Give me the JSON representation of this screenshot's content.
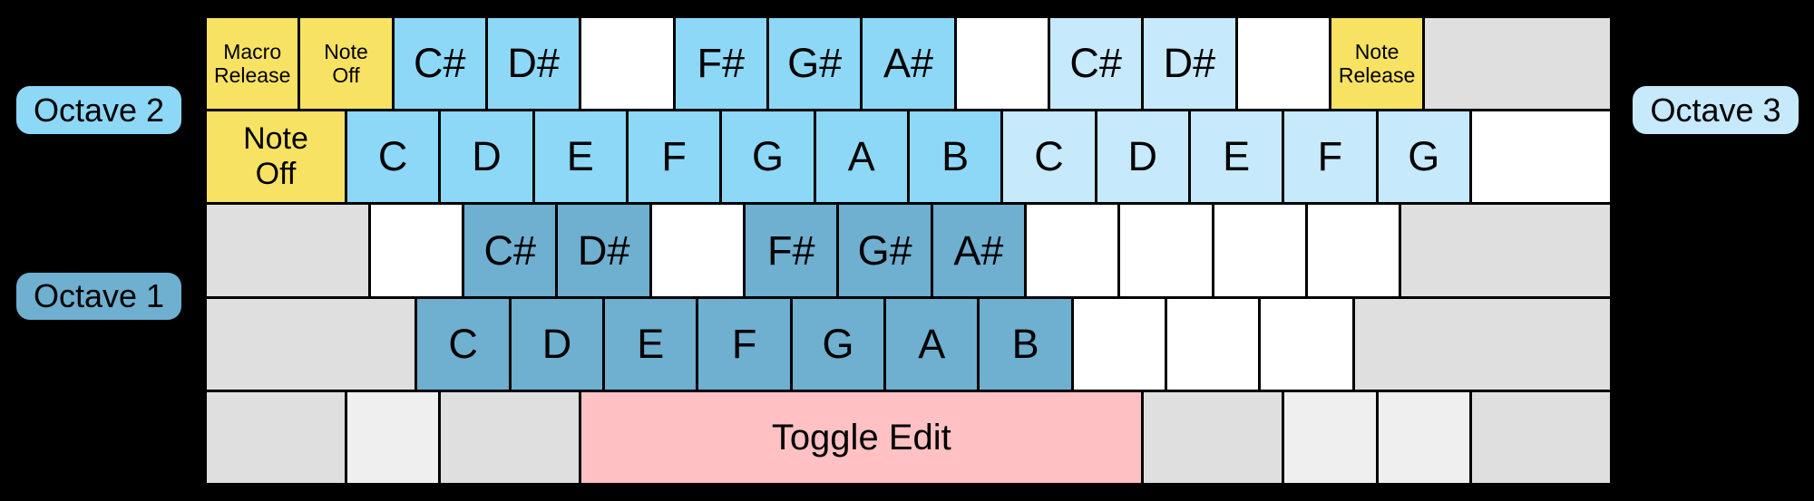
{
  "colors": {
    "background": "#000000",
    "keyOutline": "#000000",
    "textColor": "#000000",
    "yellow": "#F7E263",
    "blue2": "#8DD8F7",
    "blue3": "#C6E9FC",
    "blue1": "#6FAFD0",
    "pink": "#FFC1C4",
    "gray": "#DFDFDF",
    "grayLight": "#EFEFEF",
    "white": "#FFFFFF"
  },
  "octave_labels": {
    "octave2": {
      "label": "Octave 2",
      "color": "blue2"
    },
    "octave1": {
      "label": "Octave 1",
      "color": "blue1"
    },
    "octave3": {
      "label": "Octave 3",
      "color": "blue3"
    }
  },
  "keyboard": {
    "rows": [
      {
        "keys": [
          {
            "name": "key-grave-macro-release",
            "label": "Macro\nRelease",
            "color": "yellow",
            "units": 1,
            "text": "small"
          },
          {
            "name": "key-1-note-off",
            "label": "Note\nOff",
            "color": "yellow",
            "units": 1,
            "text": "small"
          },
          {
            "name": "key-2-csharp-oct2",
            "label": "C#",
            "color": "blue2",
            "units": 1,
            "text": "note"
          },
          {
            "name": "key-3-dsharp-oct2",
            "label": "D#",
            "color": "blue2",
            "units": 1,
            "text": "note"
          },
          {
            "name": "key-4-blank",
            "label": "",
            "color": "white",
            "units": 1
          },
          {
            "name": "key-5-fsharp-oct2",
            "label": "F#",
            "color": "blue2",
            "units": 1,
            "text": "note"
          },
          {
            "name": "key-6-gsharp-oct2",
            "label": "G#",
            "color": "blue2",
            "units": 1,
            "text": "note"
          },
          {
            "name": "key-7-asharp-oct2",
            "label": "A#",
            "color": "blue2",
            "units": 1,
            "text": "note"
          },
          {
            "name": "key-8-blank",
            "label": "",
            "color": "white",
            "units": 1
          },
          {
            "name": "key-9-csharp-oct3",
            "label": "C#",
            "color": "blue3",
            "units": 1,
            "text": "note"
          },
          {
            "name": "key-0-dsharp-oct3",
            "label": "D#",
            "color": "blue3",
            "units": 1,
            "text": "note"
          },
          {
            "name": "key-minus-blank",
            "label": "",
            "color": "white",
            "units": 1
          },
          {
            "name": "key-equals-note-release",
            "label": "Note\nRelease",
            "color": "yellow",
            "units": 1,
            "text": "small"
          },
          {
            "name": "key-backspace",
            "label": "",
            "color": "gray",
            "units": 2
          }
        ]
      },
      {
        "keys": [
          {
            "name": "key-tab-note-off",
            "label": "Note\nOff",
            "color": "yellow",
            "units": 1.5,
            "text": "tab"
          },
          {
            "name": "key-q-c-oct2",
            "label": "C",
            "color": "blue2",
            "units": 1,
            "text": "note"
          },
          {
            "name": "key-w-d-oct2",
            "label": "D",
            "color": "blue2",
            "units": 1,
            "text": "note"
          },
          {
            "name": "key-e-e-oct2",
            "label": "E",
            "color": "blue2",
            "units": 1,
            "text": "note"
          },
          {
            "name": "key-r-f-oct2",
            "label": "F",
            "color": "blue2",
            "units": 1,
            "text": "note"
          },
          {
            "name": "key-t-g-oct2",
            "label": "G",
            "color": "blue2",
            "units": 1,
            "text": "note"
          },
          {
            "name": "key-y-a-oct2",
            "label": "A",
            "color": "blue2",
            "units": 1,
            "text": "note"
          },
          {
            "name": "key-u-b-oct2",
            "label": "B",
            "color": "blue2",
            "units": 1,
            "text": "note"
          },
          {
            "name": "key-i-c-oct3",
            "label": "C",
            "color": "blue3",
            "units": 1,
            "text": "note"
          },
          {
            "name": "key-o-d-oct3",
            "label": "D",
            "color": "blue3",
            "units": 1,
            "text": "note"
          },
          {
            "name": "key-p-e-oct3",
            "label": "E",
            "color": "blue3",
            "units": 1,
            "text": "note"
          },
          {
            "name": "key-lbracket-f-oct3",
            "label": "F",
            "color": "blue3",
            "units": 1,
            "text": "note"
          },
          {
            "name": "key-rbracket-g-oct3",
            "label": "G",
            "color": "blue3",
            "units": 1,
            "text": "note"
          },
          {
            "name": "key-backslash-blank",
            "label": "",
            "color": "white",
            "units": 1.5
          }
        ]
      },
      {
        "keys": [
          {
            "name": "key-capslock",
            "label": "",
            "color": "gray",
            "units": 1.75
          },
          {
            "name": "key-a-blank",
            "label": "",
            "color": "white",
            "units": 1
          },
          {
            "name": "key-s-csharp-oct1",
            "label": "C#",
            "color": "blue1",
            "units": 1,
            "text": "note"
          },
          {
            "name": "key-d-dsharp-oct1",
            "label": "D#",
            "color": "blue1",
            "units": 1,
            "text": "note"
          },
          {
            "name": "key-f-blank",
            "label": "",
            "color": "white",
            "units": 1
          },
          {
            "name": "key-g-fsharp-oct1",
            "label": "F#",
            "color": "blue1",
            "units": 1,
            "text": "note"
          },
          {
            "name": "key-h-gsharp-oct1",
            "label": "G#",
            "color": "blue1",
            "units": 1,
            "text": "note"
          },
          {
            "name": "key-j-asharp-oct1",
            "label": "A#",
            "color": "blue1",
            "units": 1,
            "text": "note"
          },
          {
            "name": "key-k-blank",
            "label": "",
            "color": "white",
            "units": 1
          },
          {
            "name": "key-l-blank",
            "label": "",
            "color": "white",
            "units": 1
          },
          {
            "name": "key-semicolon-blank",
            "label": "",
            "color": "white",
            "units": 1
          },
          {
            "name": "key-quote-blank",
            "label": "",
            "color": "white",
            "units": 1
          },
          {
            "name": "key-enter",
            "label": "",
            "color": "gray",
            "units": 2.25
          }
        ]
      },
      {
        "keys": [
          {
            "name": "key-lshift",
            "label": "",
            "color": "gray",
            "units": 2.25
          },
          {
            "name": "key-z-c-oct1",
            "label": "C",
            "color": "blue1",
            "units": 1,
            "text": "note"
          },
          {
            "name": "key-x-d-oct1",
            "label": "D",
            "color": "blue1",
            "units": 1,
            "text": "note"
          },
          {
            "name": "key-c-e-oct1",
            "label": "E",
            "color": "blue1",
            "units": 1,
            "text": "note"
          },
          {
            "name": "key-v-f-oct1",
            "label": "F",
            "color": "blue1",
            "units": 1,
            "text": "note"
          },
          {
            "name": "key-b-g-oct1",
            "label": "G",
            "color": "blue1",
            "units": 1,
            "text": "note"
          },
          {
            "name": "key-n-a-oct1",
            "label": "A",
            "color": "blue1",
            "units": 1,
            "text": "note"
          },
          {
            "name": "key-m-b-oct1",
            "label": "B",
            "color": "blue1",
            "units": 1,
            "text": "note"
          },
          {
            "name": "key-comma-blank",
            "label": "",
            "color": "white",
            "units": 1
          },
          {
            "name": "key-period-blank",
            "label": "",
            "color": "white",
            "units": 1
          },
          {
            "name": "key-slash-blank",
            "label": "",
            "color": "white",
            "units": 1
          },
          {
            "name": "key-rshift",
            "label": "",
            "color": "gray",
            "units": 2.75
          }
        ]
      },
      {
        "keys": [
          {
            "name": "key-lctrl",
            "label": "",
            "color": "gray",
            "units": 1.5
          },
          {
            "name": "key-lwin",
            "label": "",
            "color": "grayLight",
            "units": 1
          },
          {
            "name": "key-lalt",
            "label": "",
            "color": "gray",
            "units": 1.5
          },
          {
            "name": "key-space-toggle-edit",
            "label": "Toggle Edit",
            "color": "pink",
            "units": 6,
            "text": "space"
          },
          {
            "name": "key-ralt",
            "label": "",
            "color": "gray",
            "units": 1.5
          },
          {
            "name": "key-rwin",
            "label": "",
            "color": "grayLight",
            "units": 1
          },
          {
            "name": "key-menu",
            "label": "",
            "color": "grayLight",
            "units": 1
          },
          {
            "name": "key-rctrl",
            "label": "",
            "color": "gray",
            "units": 1.5
          }
        ]
      }
    ]
  }
}
